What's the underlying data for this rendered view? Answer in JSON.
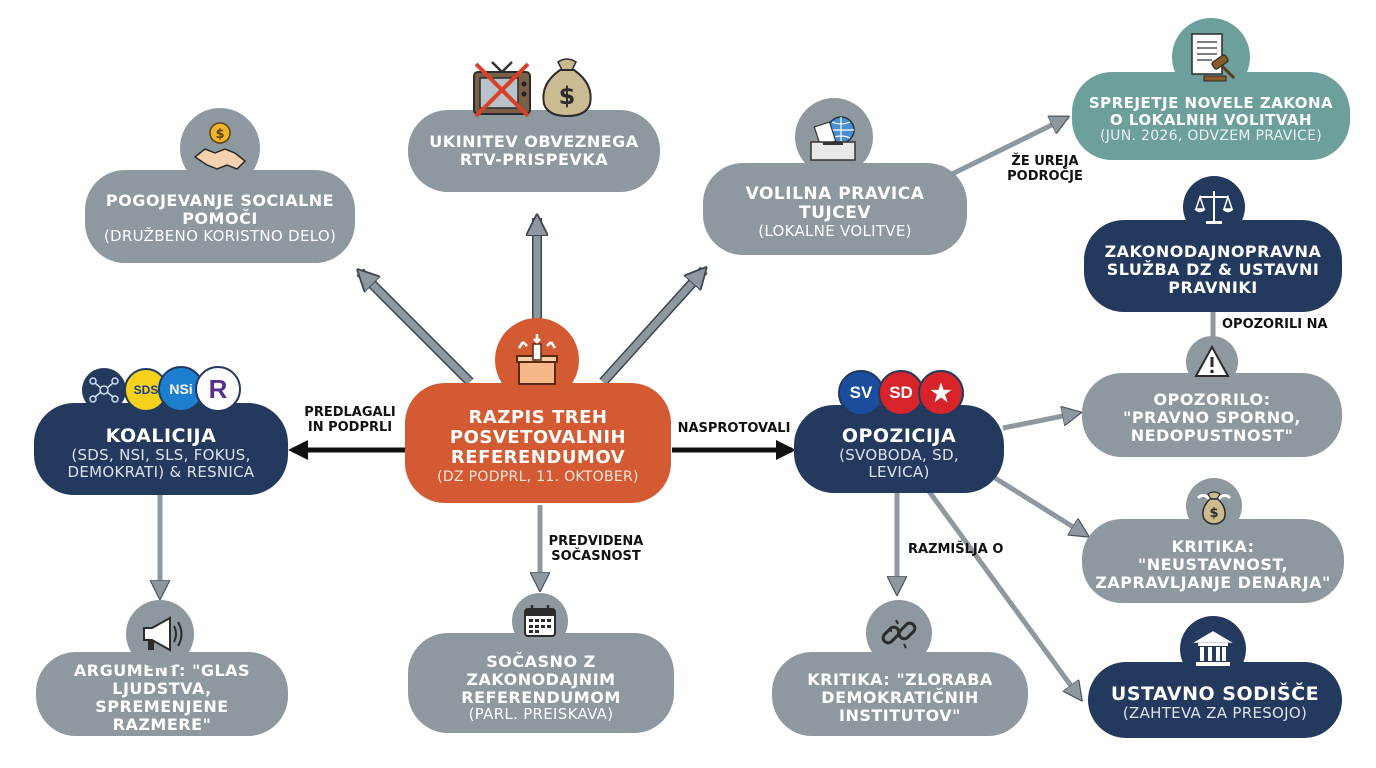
{
  "center": {
    "title": "RAZPIS TREH POSVETOVALNIH REFERENDUMOV",
    "subtitle": "(DZ PODPRL, 11. OKTOBER)",
    "icon": "ballot-box-icon"
  },
  "top_nodes": {
    "social": {
      "title": "POGOJEVANJE SOCIALNE POMOČI",
      "subtitle": "(DRUŽBENO KORISTNO DELO)",
      "icon": "handshake-money-icon"
    },
    "rtv": {
      "title": "UKINITEV OBVEZNEGA RTV-PRISPEVKA",
      "icon": "crossed-tv-icon",
      "icon2": "money-bag-icon"
    },
    "foreigners": {
      "title": "VOLILNA PRAVICA TUJCEV",
      "subtitle": "(LOKALNE VOLITVE)",
      "icon": "ballot-globe-icon"
    }
  },
  "law": {
    "title": "SPREJETJE NOVELE ZAKONA O LOKALNIH VOLITVAH",
    "subtitle": "(JUN. 2026, ODVZEM PRAVICE)",
    "icon": "document-gavel-icon"
  },
  "legal_service": {
    "title": "ZAKONODAJNOPRAVNA SLUŽBA DZ & USTAVNI PRAVNIKI",
    "icon": "scales-icon"
  },
  "warning": {
    "title": "OPOZORILO: \"PRAVNO SPORNO, NEDOPUSTNOST\"",
    "icon": "warning-icon"
  },
  "coalition": {
    "title": "KOALICIJA",
    "subtitle": "(SDS, NSI, SLS, FOKUS, DEMOKRATI) & RESNICA",
    "badges": [
      "SDS",
      "NSi",
      "R"
    ]
  },
  "argument": {
    "title": "ARGUMENT: \"GLAS LJUDSTVA, SPREMENJENE RAZMERE\"",
    "icon": "megaphone-icon"
  },
  "simultaneous": {
    "title": "SOČASNO Z ZAKONODAJNIM REFERENDUMOM",
    "subtitle": "(PARL. PREISKAVA)",
    "icon": "calendar-icon"
  },
  "opposition": {
    "title": "OPOZICIJA",
    "subtitle": "(SVOBODA, SD, LEVICA)",
    "badges": [
      "SV",
      "SD",
      "★"
    ]
  },
  "critique_democ": {
    "title": "KRITIKA: \"ZLORABA DEMOKRATIČNIH INSTITUTOV\"",
    "icon": "broken-chain-icon"
  },
  "critique_money": {
    "title": "KRITIKA: \"NEUSTAVNOST, ZAPRAVLJANJE DENARJA\"",
    "icon": "flying-money-icon"
  },
  "court": {
    "title": "USTAVNO SODIŠČE",
    "subtitle": "(ZAHTEVA ZA PRESOJO)",
    "icon": "courthouse-icon"
  },
  "edge_labels": {
    "proposed": "PREDLAGALI IN PODPRLI",
    "opposed": "NASPROTOVALI",
    "planned": "PREDVIDENA SOČASNOST",
    "considering": "RAZMIŠLJA O",
    "already": "ŽE UREJA PODROČJE",
    "warned": "OPOZORILI NA"
  },
  "colors": {
    "center": "#d35a32",
    "navy": "#233a5e",
    "gray": "#8e989f",
    "teal": "#6d9f9b"
  }
}
